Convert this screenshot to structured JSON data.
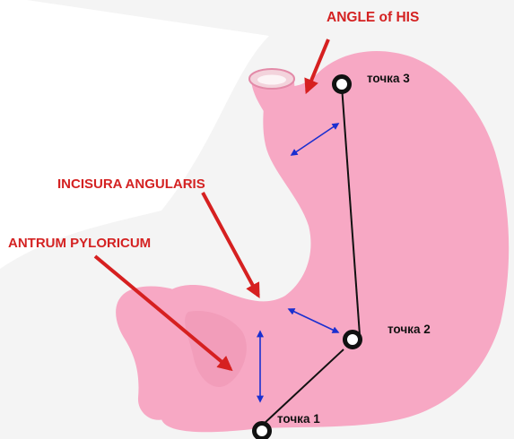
{
  "labels": {
    "angle_of_his": "ANGLE of HIS",
    "incisura_angularis": "INCISURA ANGULARIS",
    "antrum_pyloricum": "ANTRUM PYLORICUM"
  },
  "points": [
    {
      "name": "point-3",
      "label": "точка 3"
    },
    {
      "name": "point-2",
      "label": "точка 2"
    },
    {
      "name": "point-1",
      "label": "точка 1"
    }
  ],
  "colors": {
    "stomach_fill": "#f7a8c4",
    "stomach_shade": "#ef93b3",
    "esophagus_lumen": "#f3d3dc",
    "background_tint": "#f2f2f2",
    "label_red": "#d42222",
    "arrow_red": "#d62020",
    "arrow_blue": "#1a2fd0",
    "connector_line": "#111111",
    "marker_ring": "#111111"
  }
}
